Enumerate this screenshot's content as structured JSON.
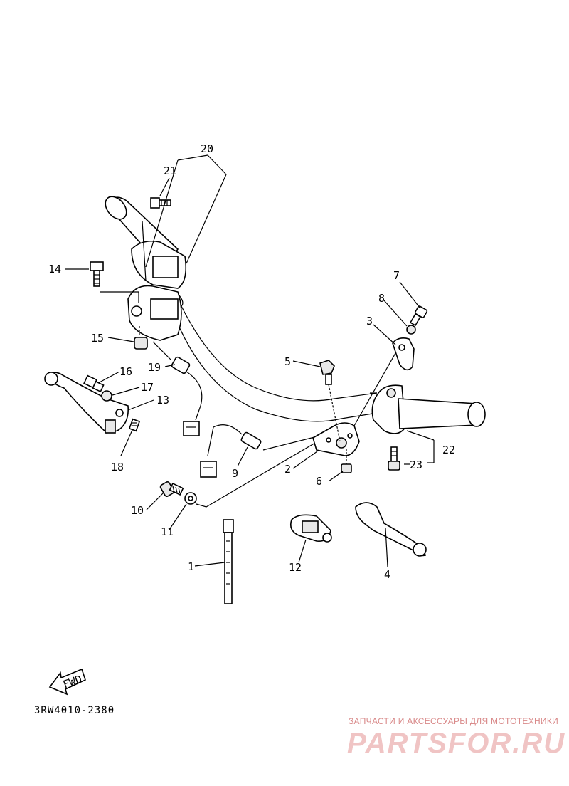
{
  "diagram": {
    "part_numbers": {
      "p1": "1",
      "p2": "2",
      "p3": "3",
      "p4": "4",
      "p5": "5",
      "p6": "6",
      "p7": "7",
      "p8": "8",
      "p9": "9",
      "p10": "10",
      "p11": "11",
      "p12": "12",
      "p13": "13",
      "p14": "14",
      "p15": "15",
      "p16": "16",
      "p17": "17",
      "p18": "18",
      "p19": "19",
      "p20": "20",
      "p21": "21",
      "p22": "22",
      "p23": "23"
    },
    "fwd_label": "FWD",
    "drawing_code": "3RW4010-2380"
  },
  "watermark": {
    "tagline": "ЗАПЧАСТИ И АКСЕССУАРЫ ДЛЯ МОТОТЕХНИКИ",
    "brand": "PARTSFOR.RU"
  }
}
